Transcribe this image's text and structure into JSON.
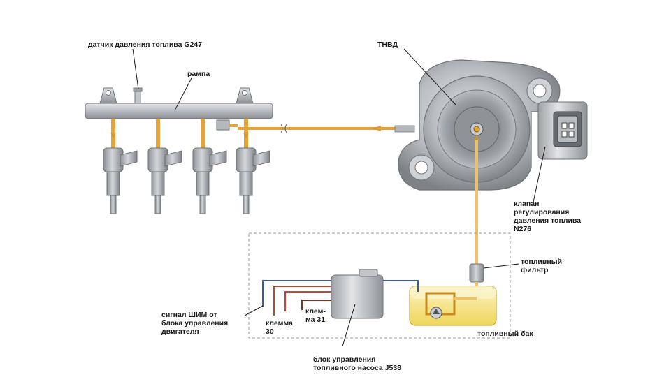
{
  "labels": {
    "pressure_sensor": "датчик давления топлива G247",
    "rail": "рампа",
    "hp_pump": "ТНВД",
    "valve_line1": "клапан",
    "valve_line2": "регулирования",
    "valve_line3": "давления топлива",
    "valve_line4": "N276",
    "filter_line1": "топливный",
    "filter_line2": "фильтр",
    "tank": "топливный бак",
    "pwm_line1": "сигнал ШИМ от",
    "pwm_line2": "блока управления",
    "pwm_line3": "двигателя",
    "term30_line1": "клемма",
    "term30_line2": "30",
    "term31_line1": "клем-",
    "term31_line2": "ма 31",
    "control_unit_line1": "блок управления",
    "control_unit_line2": "топливного насоса J538"
  },
  "colors": {
    "fuel_line": "#e3a53a",
    "fuel_line_light": "#efc26a",
    "metal_dark": "#8a8e93",
    "metal_mid": "#b4b8bd",
    "metal_light": "#d9dcdf",
    "tank_fill": "#f4e07a",
    "wire_blue": "#3b5a9a",
    "wire_brown": "#a5503a",
    "dashed_box": "#9a9a9a"
  },
  "icons": {
    "injector": "fuel-injector-icon",
    "pump": "high-pressure-pump-icon",
    "valve": "pressure-regulating-valve-icon",
    "filter": "fuel-filter-icon",
    "tank": "fuel-tank-icon",
    "ecu": "control-unit-icon"
  }
}
